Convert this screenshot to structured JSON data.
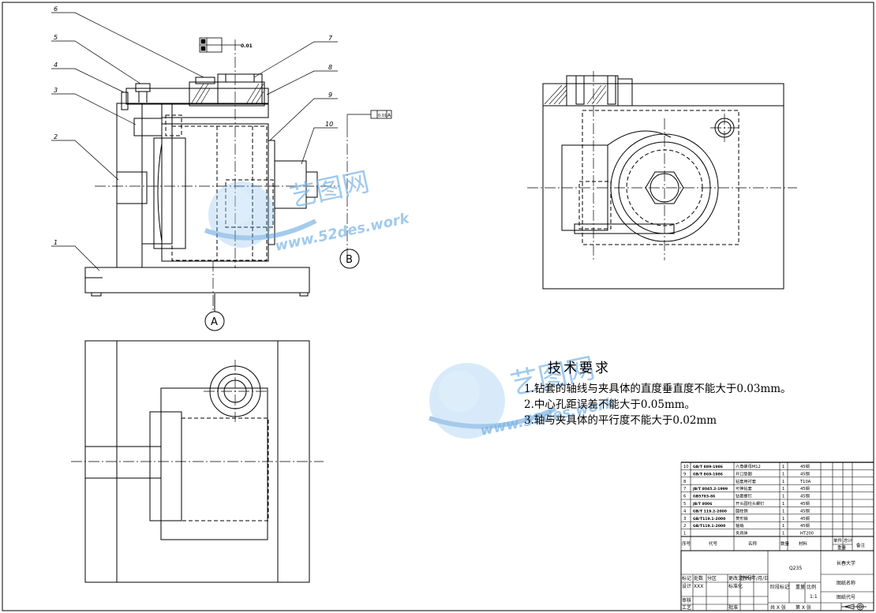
{
  "callouts": [
    "6",
    "5",
    "4",
    "3",
    "2",
    "1",
    "7",
    "8",
    "9",
    "10"
  ],
  "section_labels": {
    "a": "A",
    "b": "B"
  },
  "tolerance_frames": {
    "top_ref": "0.01",
    "right_ref": "0.01",
    "right_datum": "A"
  },
  "tech_req": {
    "title": "技术要求",
    "items": [
      "1.钻套的轴线与夹具体的直度垂直度不能大于0.03mm。",
      "2.中心孔距误差不能大于0.05mm。",
      "3.轴与夹具体的平行度不能大于0.02mm"
    ]
  },
  "watermark": {
    "brand": "艺图网",
    "url": "www.52des.work"
  },
  "bom": {
    "rows": [
      {
        "no": "10",
        "code": "GB/T 889-1986",
        "name": "六角螺母M12",
        "qty": "1",
        "material": "45钢"
      },
      {
        "no": "9",
        "code": "GB/T 869-1986",
        "name": "开口垫圈",
        "qty": "1",
        "material": "45钢"
      },
      {
        "no": "8",
        "code": "",
        "name": "钻套用衬套",
        "qty": "1",
        "material": "T10A"
      },
      {
        "no": "7",
        "code": "JB/T 8045.2-1999",
        "name": "可换钻套",
        "qty": "1",
        "material": "45钢"
      },
      {
        "no": "6",
        "code": "GB5783-86",
        "name": "钻套螺钉",
        "qty": "1",
        "material": "45钢"
      },
      {
        "no": "5",
        "code": "JB/T 8006",
        "name": "开头圆柱头螺钉",
        "qty": "1",
        "material": "45钢"
      },
      {
        "no": "4",
        "code": "GB/T 119.2-2000",
        "name": "圆柱销",
        "qty": "1",
        "material": "45钢"
      },
      {
        "no": "3",
        "code": "GB/T119.1-2000",
        "name": "菱形销",
        "qty": "1",
        "material": "45钢"
      },
      {
        "no": "2",
        "code": "GB/T119.1-2000",
        "name": "轴销",
        "qty": "1",
        "material": "45钢"
      },
      {
        "no": "1",
        "code": "",
        "name": "夹具体",
        "qty": "1",
        "material": "HT200"
      }
    ],
    "header": {
      "no": "序号",
      "code": "代号",
      "name": "名称",
      "qty": "数量",
      "material": "材料",
      "unit_weight": "单件",
      "total_weight": "总计",
      "weight": "重量",
      "remark": "备注"
    }
  },
  "title_block": {
    "material_mark": "Q235",
    "university": "长春大学",
    "drawing_name": "图纸名称",
    "drawing_code": "图纸代号",
    "stage_mark": "阶段标记",
    "weight": "重量",
    "scale_label": "比例",
    "scale": "1:1",
    "sheets": "共 X 张",
    "sheet_no": "第 X 张",
    "mark": "标记",
    "count": "处数",
    "zone": "分区",
    "change_doc": "更改文件号",
    "sign_date": "签名/年/月/日",
    "design": "设计",
    "designer": "XXX",
    "standardize": "标准化",
    "review": "审核",
    "process": "工艺",
    "approve": "批准"
  }
}
